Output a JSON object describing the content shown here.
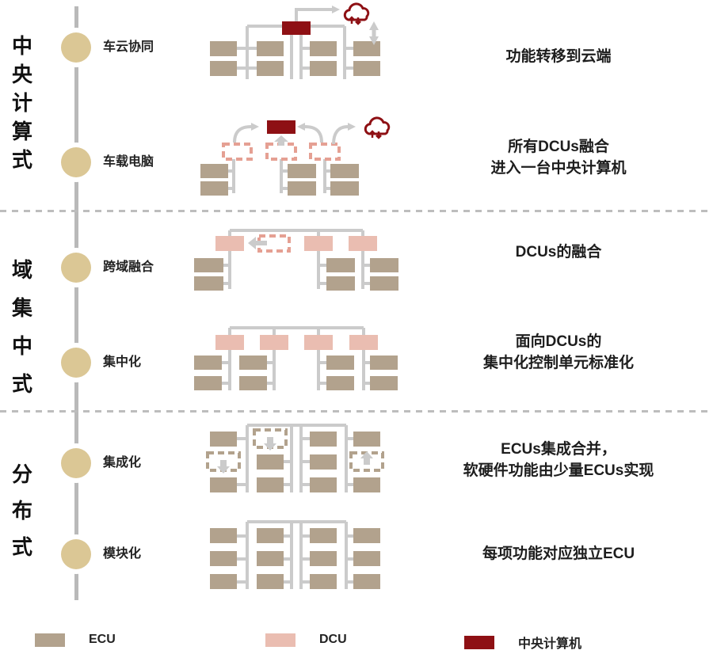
{
  "colors": {
    "ecu": "#b2a28d",
    "dcu": "#eabdb1",
    "dcu_stroke": "#e5a093",
    "central": "#8e1014",
    "wire": "#cbcbcb",
    "node": "#dbc795",
    "timeline": "#b9b9b9",
    "divider": "#bdbdbd",
    "text": "#1d1d1d"
  },
  "sections": [
    {
      "label": "中央计算式",
      "stages": [
        {
          "name": "车云协同",
          "desc": [
            "功能转移到云端"
          ]
        },
        {
          "name": "车载电脑",
          "desc": [
            "所有DCUs融合",
            "进入一台中央计算机"
          ]
        }
      ]
    },
    {
      "label": "域集中式",
      "stages": [
        {
          "name": "跨域融合",
          "desc": [
            "DCUs的融合"
          ]
        },
        {
          "name": "集中化",
          "desc": [
            "面向DCUs的",
            "集中化控制单元标准化"
          ]
        }
      ]
    },
    {
      "label": "分布式",
      "stages": [
        {
          "name": "集成化",
          "desc": [
            "ECUs集成合并，",
            "软硬件功能由少量ECUs实现"
          ]
        },
        {
          "name": "模块化",
          "desc": [
            "每项功能对应独立ECU"
          ]
        }
      ]
    }
  ],
  "legend": [
    {
      "id": "ecu",
      "label": "ECU",
      "color": "#b2a28d"
    },
    {
      "id": "dcu",
      "label": "DCU",
      "color": "#eabdb1"
    },
    {
      "id": "central",
      "label": "中央计算机",
      "color": "#8e1014"
    }
  ],
  "icons": {
    "cloud": "cloud-data-transfer-icon",
    "merge_arrow": "gray-block-merge-arrow",
    "sync_arrow": "vertical-double-arrow"
  }
}
